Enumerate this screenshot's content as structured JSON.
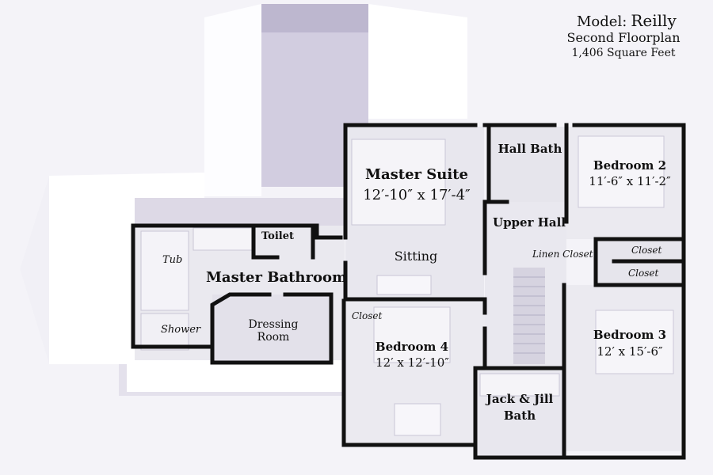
{
  "title": {
    "model_prefix": "Model:",
    "model_name": "Reilly",
    "subtitle": "Second Floorplan",
    "area": "1,406 Square Feet"
  },
  "rooms": {
    "master_suite": {
      "name": "Master Suite",
      "dims": "12′-10″ x 17′-4″"
    },
    "sitting": "Sitting",
    "hall_bath": "Hall Bath",
    "bedroom2": {
      "name": "Bedroom 2",
      "dims": "11′-6″ x 11′-2″"
    },
    "upper_hall": "Upper Hall",
    "linen_closet": "Linen Closet",
    "closet_b2": "Closet",
    "closet_b3": "Closet",
    "toilet": "Toilet",
    "tub": "Tub",
    "master_bathroom": "Master Bathroom",
    "shower": "Shower",
    "dressing_room": {
      "line1": "Dressing",
      "line2": "Room"
    },
    "closet_b4": "Closet",
    "bedroom4": {
      "name": "Bedroom 4",
      "dims": "12′ x 12′-10″"
    },
    "bedroom3": {
      "name": "Bedroom 3",
      "dims": "12′ x 15′-6″"
    },
    "jack_jill": {
      "line1": "Jack & Jill",
      "line2": "Bath"
    }
  },
  "colors": {
    "background": "#f4f3f8",
    "floor": "#e9e8ef",
    "shadow": "#cbc6d9",
    "roof": "#ffffff",
    "wall": "#111111"
  }
}
